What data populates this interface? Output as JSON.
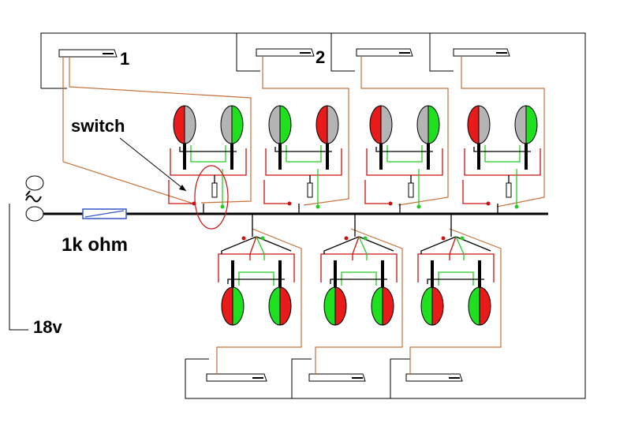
{
  "labels": {
    "switch_1": "1",
    "switch_2": "2",
    "switch_word": "switch",
    "resistor": "1k ohm",
    "voltage": "18v"
  },
  "colors": {
    "red": "#e81a1a",
    "green": "#1ee01e",
    "grey": "#b4b4b4",
    "brown_wire": "#c8703a",
    "red_wire": "#cc1111",
    "green_wire": "#22cc22",
    "resistor": "#3355cc"
  },
  "top_signals": [
    {
      "left_lamp": [
        "red",
        "grey"
      ],
      "right_lamp": [
        "grey",
        "green"
      ]
    },
    {
      "left_lamp": [
        "grey",
        "green"
      ],
      "right_lamp": [
        "red",
        "grey"
      ]
    },
    {
      "left_lamp": [
        "red",
        "grey"
      ],
      "right_lamp": [
        "grey",
        "green"
      ]
    },
    {
      "left_lamp": [
        "red",
        "grey"
      ],
      "right_lamp": [
        "grey",
        "green"
      ]
    }
  ],
  "bottom_signals": [
    {
      "left_lamp": [
        "red",
        "green"
      ],
      "right_lamp": [
        "green",
        "red"
      ]
    },
    {
      "left_lamp": [
        "green",
        "red"
      ],
      "right_lamp": [
        "green",
        "red"
      ]
    },
    {
      "left_lamp": [
        "green",
        "red"
      ],
      "right_lamp": [
        "green",
        "red"
      ]
    }
  ]
}
